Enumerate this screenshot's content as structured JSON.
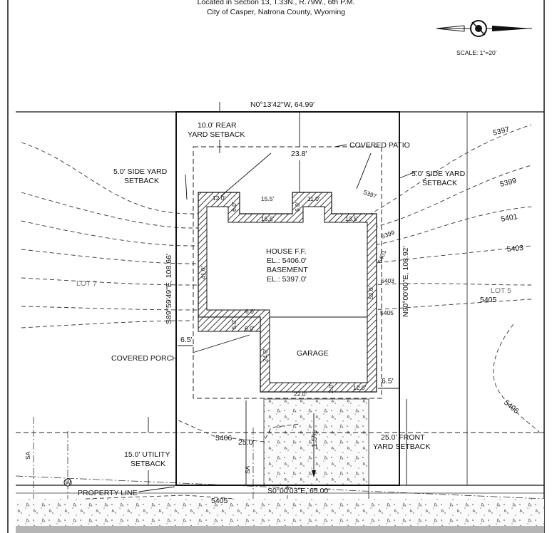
{
  "header": {
    "line1": "Located in Section 13, T.33N., R.79W., 6th P.M.",
    "line2": "City of Casper, Natrona County, Wyoming"
  },
  "scale": "SCALE:  1\"=20'",
  "boundary": {
    "north": "N0°13'42\"W, 64.99'",
    "west": "S89°59'49\"E, 108.66'",
    "east": "N90°00'00\"E, 108.92'",
    "south": "S0°00'03\"E, 65.00'"
  },
  "setbacks": {
    "rear": [
      "10.0' REAR",
      "YARD SETBACK"
    ],
    "side_left": [
      "5.0' SIDE YARD",
      "SETBACK"
    ],
    "side_right": [
      "5.0' SIDE YARD",
      "SETBACK"
    ],
    "front": [
      "25.0' FRONT",
      "YARD SETBACK"
    ],
    "utility": [
      "15.0' UTILITY",
      "SETBACK"
    ]
  },
  "labels": {
    "covered_patio": "COVERED PATIO",
    "covered_porch": "COVERED PORCH",
    "property_line": "PROPERTY LINE",
    "garage": "GARAGE",
    "lot7": "LOT 7",
    "lot5": "LOT 5",
    "house": [
      "HOUSE F.F.",
      "EL.: 5406.0'",
      "BASEMENT",
      "EL.: 5397.0'"
    ]
  },
  "dimensions": {
    "d238": "23.8'",
    "d65a": "6.5'",
    "d65b": "6.5'",
    "d250": "25.0'",
    "d120a": "12.0'",
    "d155a": "15.5'",
    "d110": "11.0'",
    "d60a": "6.0'",
    "d60b": "6.0'",
    "d155b": "15.5'",
    "d135": "13.5'",
    "d410": "41.0'",
    "d520": "52.0'",
    "d60c": "6.0'",
    "d50": "5.0'",
    "d60d": "6.0'",
    "d240": "24.0'",
    "d220": "22.0'",
    "d20": "2.0'",
    "d120b": "12.0'",
    "slope": "1.5%"
  },
  "contours": {
    "c5397a": "5397",
    "c5397b": "5397",
    "c5399a": "5399",
    "c5399b": "5399",
    "c5401a": "5401",
    "c5401b": "5401",
    "c5403a": "5403",
    "c5403b": "5403",
    "c5405a": "5405",
    "c5405b": "5405",
    "c5405c": "5405",
    "c5406a": "5406",
    "c5406b": "5406"
  },
  "utility_marks": {
    "sa": "SA",
    "w": "W"
  },
  "colors": {
    "line": "#111111",
    "concrete_fill": "#f2f2f2",
    "bottom_bar": "#b5b5b5"
  }
}
